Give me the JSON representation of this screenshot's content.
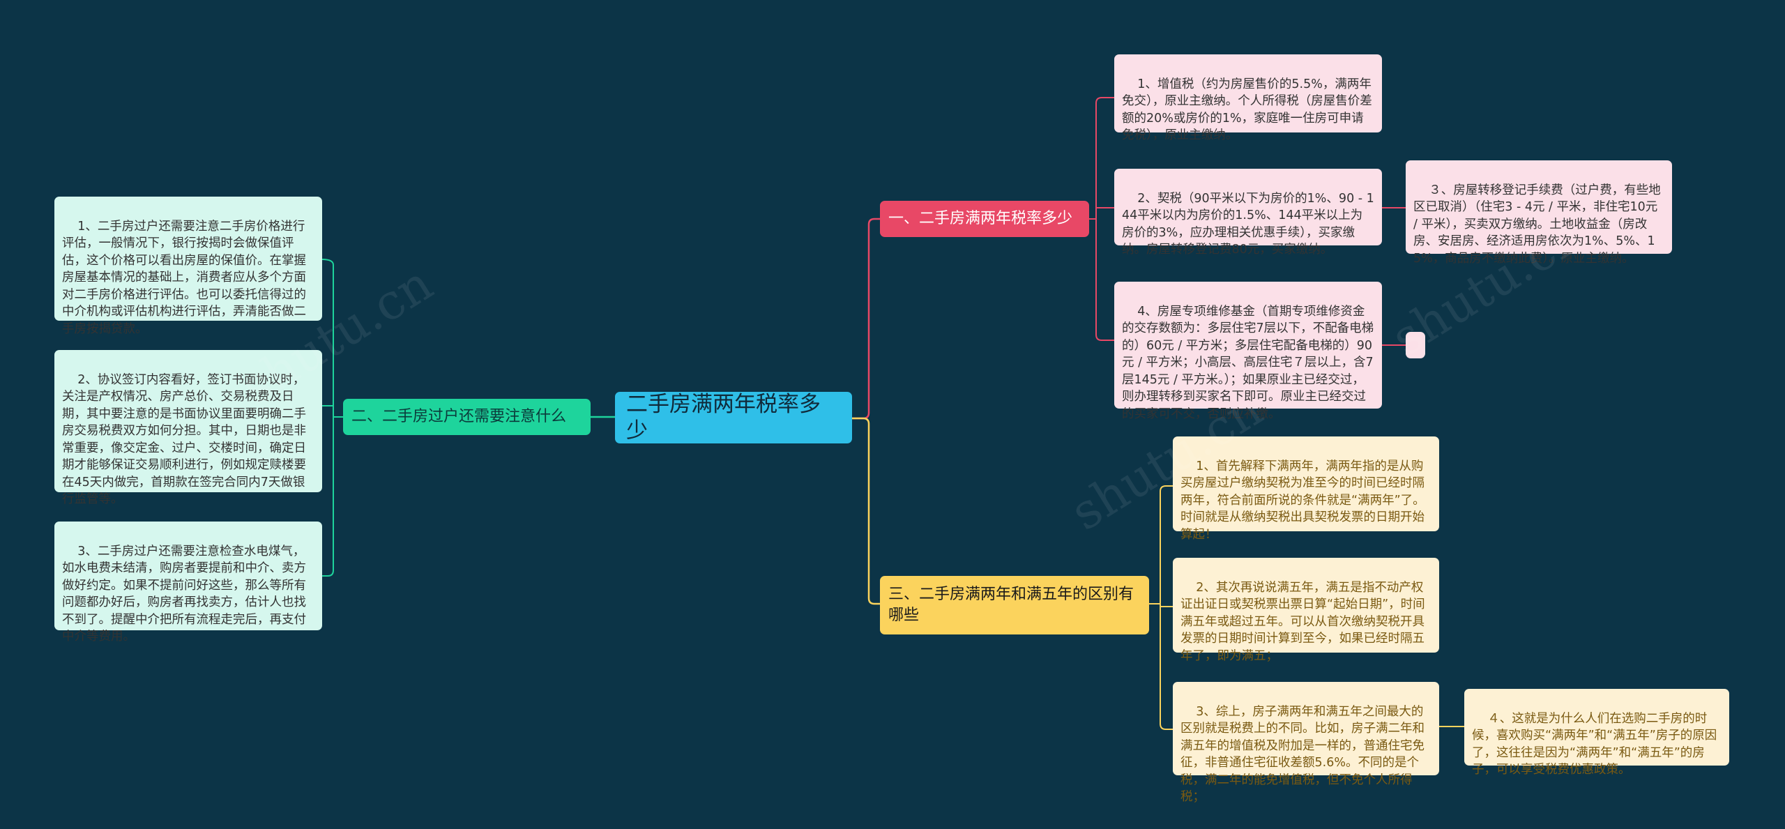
{
  "root": {
    "label": "二手房满两年税率多少"
  },
  "branches": {
    "tax_rate": {
      "label": "一、二手房满两年税率多少",
      "color": "#e84866",
      "items": [
        "1、增值税（约为房屋售价的5.5%，满两年免交），原业主缴纳。个人所得税（房屋售价差额的20%或房价的1%，家庭唯一住房可申请免税），原业主缴纳。",
        "2、契税（90平米以下为房价的1%、90 - 144平米以内为房价的1.5%、144平米以上为房价的3%，应办理相关优惠手续），买家缴纳。房屋转移登记费80元，买家缴纳。",
        "4、房屋专项维修基金（首期专项维修资金的交存数额为：多层住宅7层以下，不配备电梯的）60元 / 平方米；多层住宅配备电梯的）90元 / 平方米；小高层、高层住宅７层以上，含7层145元 / 平方米。）；如果原业主已经交过，则办理转移到买家名下即可。原业主已经交过的买家可不交，否则应补缴。"
      ],
      "sub": "３、房屋转移登记手续费（过户费，有些地区已取消）（住宅3 - 4元 / 平米，非住宅10元 / 平米），买卖双方缴纳。土地收益金（房改房、安居房、经济适用房依次为1%、5%、15%，商品房不缴纳此费）。原业主缴纳。"
    },
    "transfer_notes": {
      "label": "二、二手房过户还需要注意什么",
      "color": "#1ed49c",
      "items": [
        "1、二手房过户还需要注意二手房价格进行评估，一般情况下，银行按揭时会做保值评估，这个价格可以看出房屋的保值价。在掌握房屋基本情况的基础上，消费者应从多个方面对二手房价格进行评估。也可以委托信得过的中介机构或评估机构进行评估，弄清能否做二手房按揭贷款。",
        "2、协议签订内容看好，签订书面协议时，关注是产权情况、房产总价、交易税费及日期，其中要注意的是书面协议里面要明确二手房交易税费双方如何分担。其中，日期也是非常重要，像交定金、过户、交楼时间，确定日期才能够保证交易顺利进行，例如规定赎楼要在45天内做完，首期款在签完合同内7天做银行监管等。",
        "3、二手房过户还需要注意检查水电煤气，如水电费未结清，购房者要提前和中介、卖方做好约定。如果不提前问好这些，那么等所有问题都办好后，购房者再找卖方，估计人也找不到了。提醒中介把所有流程走完后，再支付中介等费用。"
      ]
    },
    "two_vs_five": {
      "label": "三、二手房满两年和满五年的区别有哪些",
      "color": "#fbd35d",
      "items": [
        "1、首先解释下满两年，满两年指的是从购买房屋过户缴纳契税为准至今的时间已经时隔两年，符合前面所说的条件就是“满两年”了。时间就是从缴纳契税出具契税发票的日期开始算起！",
        "2、其次再说说满五年，满五是指不动产权证出证日或契税票出票日算“起始日期”，时间满五年或超过五年。可以从首次缴纳契税开具发票的日期时间计算到至今，如果已经时隔五年了，即为满五；",
        "3、综上，房子满两年和满五年之间最大的区别就是税费上的不同。比如，房子满二年和满五年的增值税及附加是一样的，普通住宅免征，非普通住宅征收差额5.6%。不同的是个税，满二年的能免增值税，但不免个人所得税；"
      ],
      "sub": "４、这就是为什么人们在选购二手房的时候，喜欢购买“满两年”和“满五年”房子的原因了，这往往是因为“满两年”和“满五年”的房子，可以享受税费优惠政策。"
    }
  },
  "colors": {
    "background": "#0c3447",
    "root": "#2fbfe8",
    "pink_leaf": "#fbe0e8",
    "mint_leaf": "#d6f7ee",
    "cream_leaf": "#fdf1d4"
  }
}
